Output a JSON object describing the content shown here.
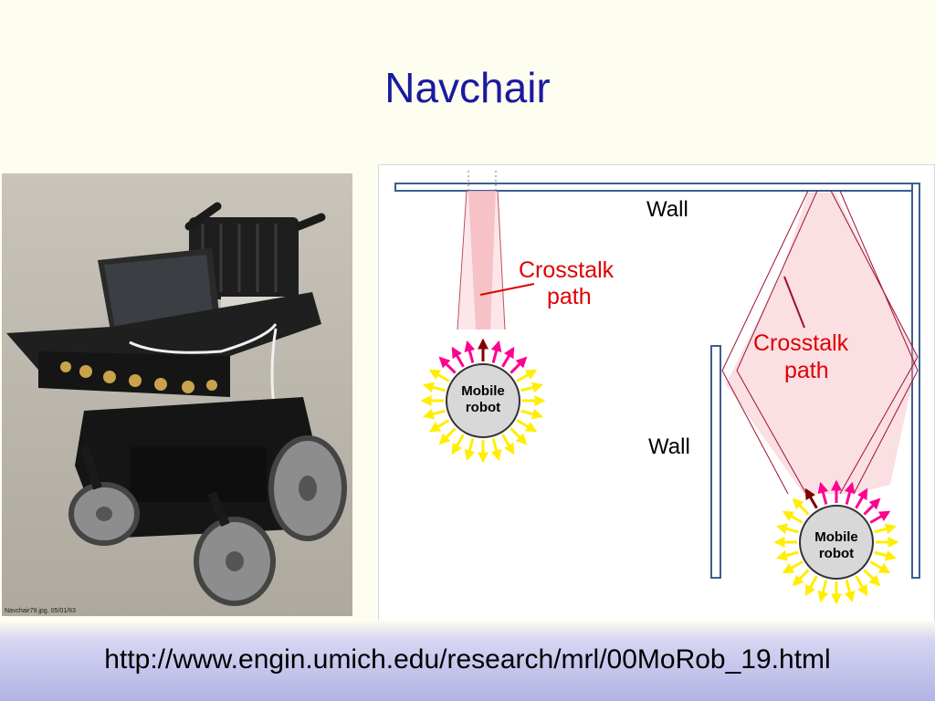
{
  "slide": {
    "title": "Navchair",
    "url": "http://www.engin.umich.edu/research/mrl/00MoRob_19.html"
  },
  "photo": {
    "caption": "Navchair79.jpg, 05/01/93"
  },
  "diagram": {
    "wall_label_top": "Wall",
    "wall_label_side": "Wall",
    "crosstalk_left": [
      "Crosstalk",
      "path"
    ],
    "crosstalk_right": [
      "Crosstalk",
      "path"
    ],
    "robot_left": [
      "Mobile",
      "robot"
    ],
    "robot_right": [
      "Mobile",
      "robot"
    ]
  },
  "colors": {
    "title": "#1a1aa0",
    "wall": "#3a5f8f",
    "crosstalk_label": "#e00000",
    "beam_fill": "#f5b8c0",
    "robot_fill": "#d8d8d8",
    "sensor_yellow": "#ffee00",
    "sensor_magenta": "#ff0090",
    "sensor_dark": "#800000"
  }
}
